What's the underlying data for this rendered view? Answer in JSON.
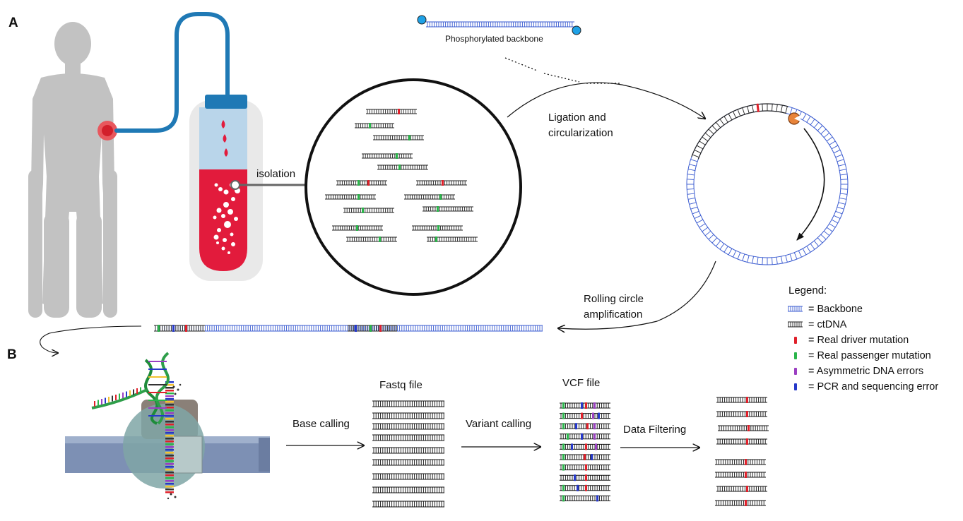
{
  "panels": {
    "a": "A",
    "b": "B"
  },
  "labels": {
    "phosphorylated_backbone": "Phosphorylated backbone",
    "isolation": "isolation",
    "ligation": "Ligation and\ncircularization",
    "rolling": "Rolling circle\namplification",
    "fastq": "Fastq file",
    "vcf": "VCF file",
    "base_calling": "Base calling",
    "variant_calling": "Variant calling",
    "data_filtering": "Data Filtering"
  },
  "legend": {
    "title": "Legend:",
    "items": [
      {
        "text": "= Backbone",
        "marker": "backbone"
      },
      {
        "text": "= ctDNA",
        "marker": "ctdna"
      },
      {
        "text": "= Real driver mutation",
        "marker": "driver"
      },
      {
        "text": "= Real passenger mutation",
        "marker": "passenger"
      },
      {
        "text": "= Asymmetric DNA errors",
        "marker": "asymmetric"
      },
      {
        "text": "= PCR and sequencing error",
        "marker": "pcr"
      }
    ]
  },
  "colors": {
    "backbone": "#3a5bd0",
    "ctdna": "#222222",
    "driver": "#e0202a",
    "passenger": "#2bb54b",
    "asymmetric": "#9b3fc2",
    "pcr": "#2638c9",
    "tube_blood": "#e21b3c",
    "tube_plasma": "#b9d5ea",
    "tube_cap": "#1f79b5",
    "body_gray": "#bdbdbd",
    "tubing": "#1f79b5",
    "polymerase": "#e8843a"
  }
}
